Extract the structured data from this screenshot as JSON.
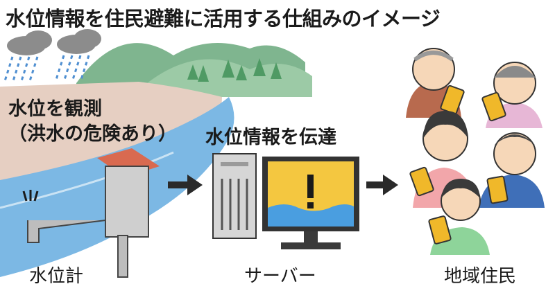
{
  "title": "水位情報を住民避難に活用する仕組みのイメージ",
  "observation": {
    "line1": "水位を観測",
    "line2": "（洪水の危険あり）"
  },
  "transmission": "水位情報を伝達",
  "labels": {
    "gauge": "水位計",
    "server": "サーバー",
    "residents": "地域住民"
  },
  "colors": {
    "river": "#7cb8e4",
    "bank": "#e6cfc2",
    "mountain": "#7fb58f",
    "monitor_screen": "#f4c740",
    "monitor_water": "#4a9ee0",
    "phone": "#f0b82a",
    "gauge_roof": "#d96a50",
    "cloud": "#8c8c8c",
    "rain": "#4f8fd1",
    "arrow": "#2a2a2a"
  },
  "icons": [
    "rain-cloud-icon",
    "water-gauge-icon",
    "server-tower-icon",
    "alert-monitor-icon",
    "smartphone-icon"
  ]
}
